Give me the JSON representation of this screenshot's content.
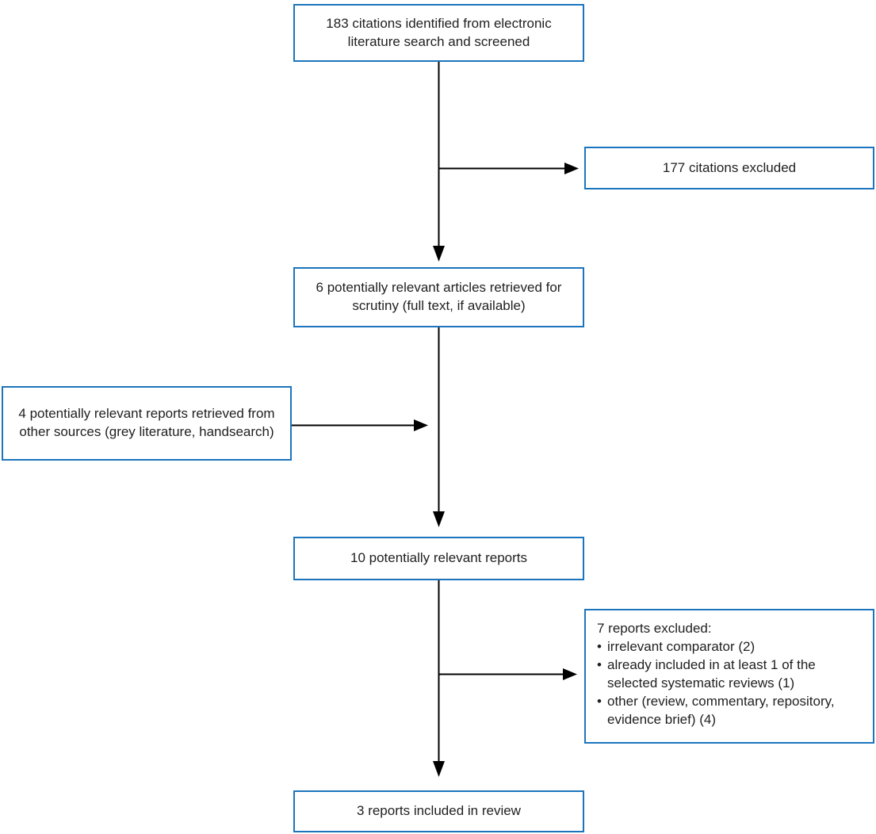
{
  "colors": {
    "box_border": "#1c75bc",
    "arrow": "#000000",
    "text": "#1f1f1f",
    "background": "#ffffff"
  },
  "flowchart": {
    "bullet_char": "•",
    "boxes": {
      "identified": {
        "text": "183 citations identified from electronic literature search and screened"
      },
      "excluded_citations": {
        "text": "177 citations excluded"
      },
      "retrieved_articles": {
        "text": "6 potentially relevant articles retrieved for scrutiny (full text, if available)"
      },
      "other_sources": {
        "text": "4 potentially relevant reports retrieved from other sources (grey literature, handsearch)"
      },
      "relevant_reports": {
        "text": "10 potentially relevant reports"
      },
      "excluded_reports": {
        "heading": "7 reports excluded:",
        "bullets": [
          "irrelevant comparator (2)",
          "already included in at least 1 of the selected systematic reviews (1)",
          "other (review, commentary, repository, evidence brief) (4)"
        ]
      },
      "included": {
        "text": "3 reports included in review"
      }
    }
  }
}
